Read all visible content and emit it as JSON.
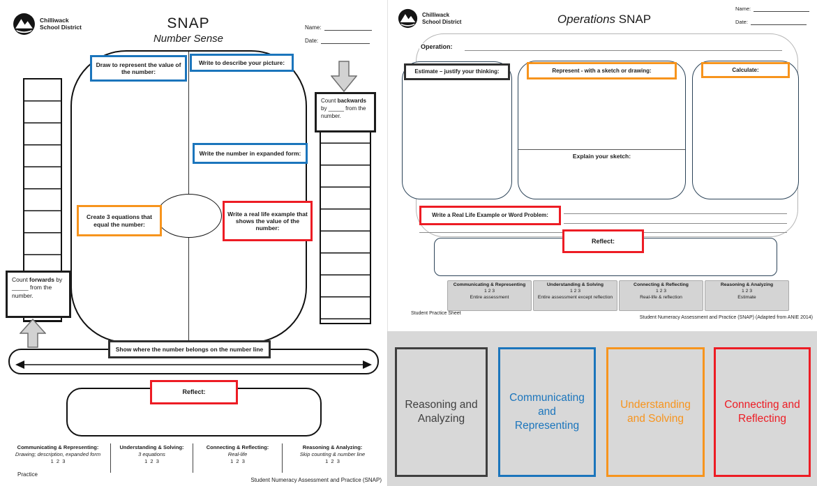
{
  "colors": {
    "blue": "#1b75bc",
    "orange": "#f7941d",
    "red": "#ed1c24",
    "dark": "#3f3f3f",
    "legend_background": "#d8d8d8"
  },
  "brand": {
    "name_line1": "Chilliwack",
    "name_line2": "School District"
  },
  "number_sense_page": {
    "title": "SNAP",
    "subtitle": "Number Sense",
    "name_label": "Name:",
    "date_label": "Date:",
    "callouts": {
      "draw": "Draw to represent the value of the number:",
      "describe": "Write to describe your picture:",
      "expanded_form": "Write the number in expanded form:",
      "equations": "Create 3 equations that equal the number:",
      "real_life": "Write a real life example that shows the value of the number:",
      "number_line": "Show where the number belongs on the number line",
      "reflect": "Reflect:"
    },
    "count_backwards": {
      "prefix": "Count ",
      "bold": "backwards",
      "suffix": " by _____ from the number."
    },
    "count_forwards": {
      "prefix": "Count ",
      "bold": "forwards",
      "suffix": " by _____ from the number."
    },
    "rubric": [
      {
        "title": "Communicating & Representing:",
        "detail": "Drawing; description, expanded form",
        "scale": "1  2  3"
      },
      {
        "title": "Understanding & Solving:",
        "detail": "3 equations",
        "scale": "1  2  3"
      },
      {
        "title": "Connecting & Reflecting:",
        "detail": "Real-life",
        "scale": "1  2  3"
      },
      {
        "title": "Reasoning & Analyzing:",
        "detail": "Skip counting & number line",
        "scale": "1  2  3"
      }
    ],
    "footer_left": "Practice",
    "footer_right": "Student Numeracy Assessment and Practice (SNAP)"
  },
  "operations_page": {
    "title_italic": "Operations",
    "title_rest": " SNAP",
    "name_label": "Name:",
    "date_label": "Date:",
    "operation_label": "Operation:",
    "estimate_header": "Estimate – justify your thinking:",
    "represent_header": "Represent - with a sketch or drawing:",
    "explain_label": "Explain your sketch:",
    "calculate_header": "Calculate:",
    "real_life_header": "Write a Real Life Example or Word Problem:",
    "reflect_label": "Reflect:",
    "rubric": [
      {
        "title": "Communicating & Representing",
        "scale": "1 2 3",
        "note": "Entire assessment"
      },
      {
        "title": "Understanding & Solving",
        "scale": "1 2 3",
        "note": "Entire assessment except reflection"
      },
      {
        "title": "Connecting & Reflecting",
        "scale": "1 2 3",
        "note": "Real-life & reflection"
      },
      {
        "title": "Reasoning & Analyzing",
        "scale": "1 2 3",
        "note": "Estimate"
      }
    ],
    "footer_left": "Student Practice Sheet",
    "footer_right": "Student Numeracy Assessment and Practice (SNAP) (Adapted from ANIE 2014)"
  },
  "legend": {
    "items": [
      {
        "label": "Reasoning and Analyzing",
        "color": "#3f3f3f"
      },
      {
        "label": "Communicating and Representing",
        "color": "#1b75bc"
      },
      {
        "label": "Understanding and Solving",
        "color": "#f7941d"
      },
      {
        "label": "Connecting and Reflecting",
        "color": "#ed1c24"
      }
    ]
  }
}
